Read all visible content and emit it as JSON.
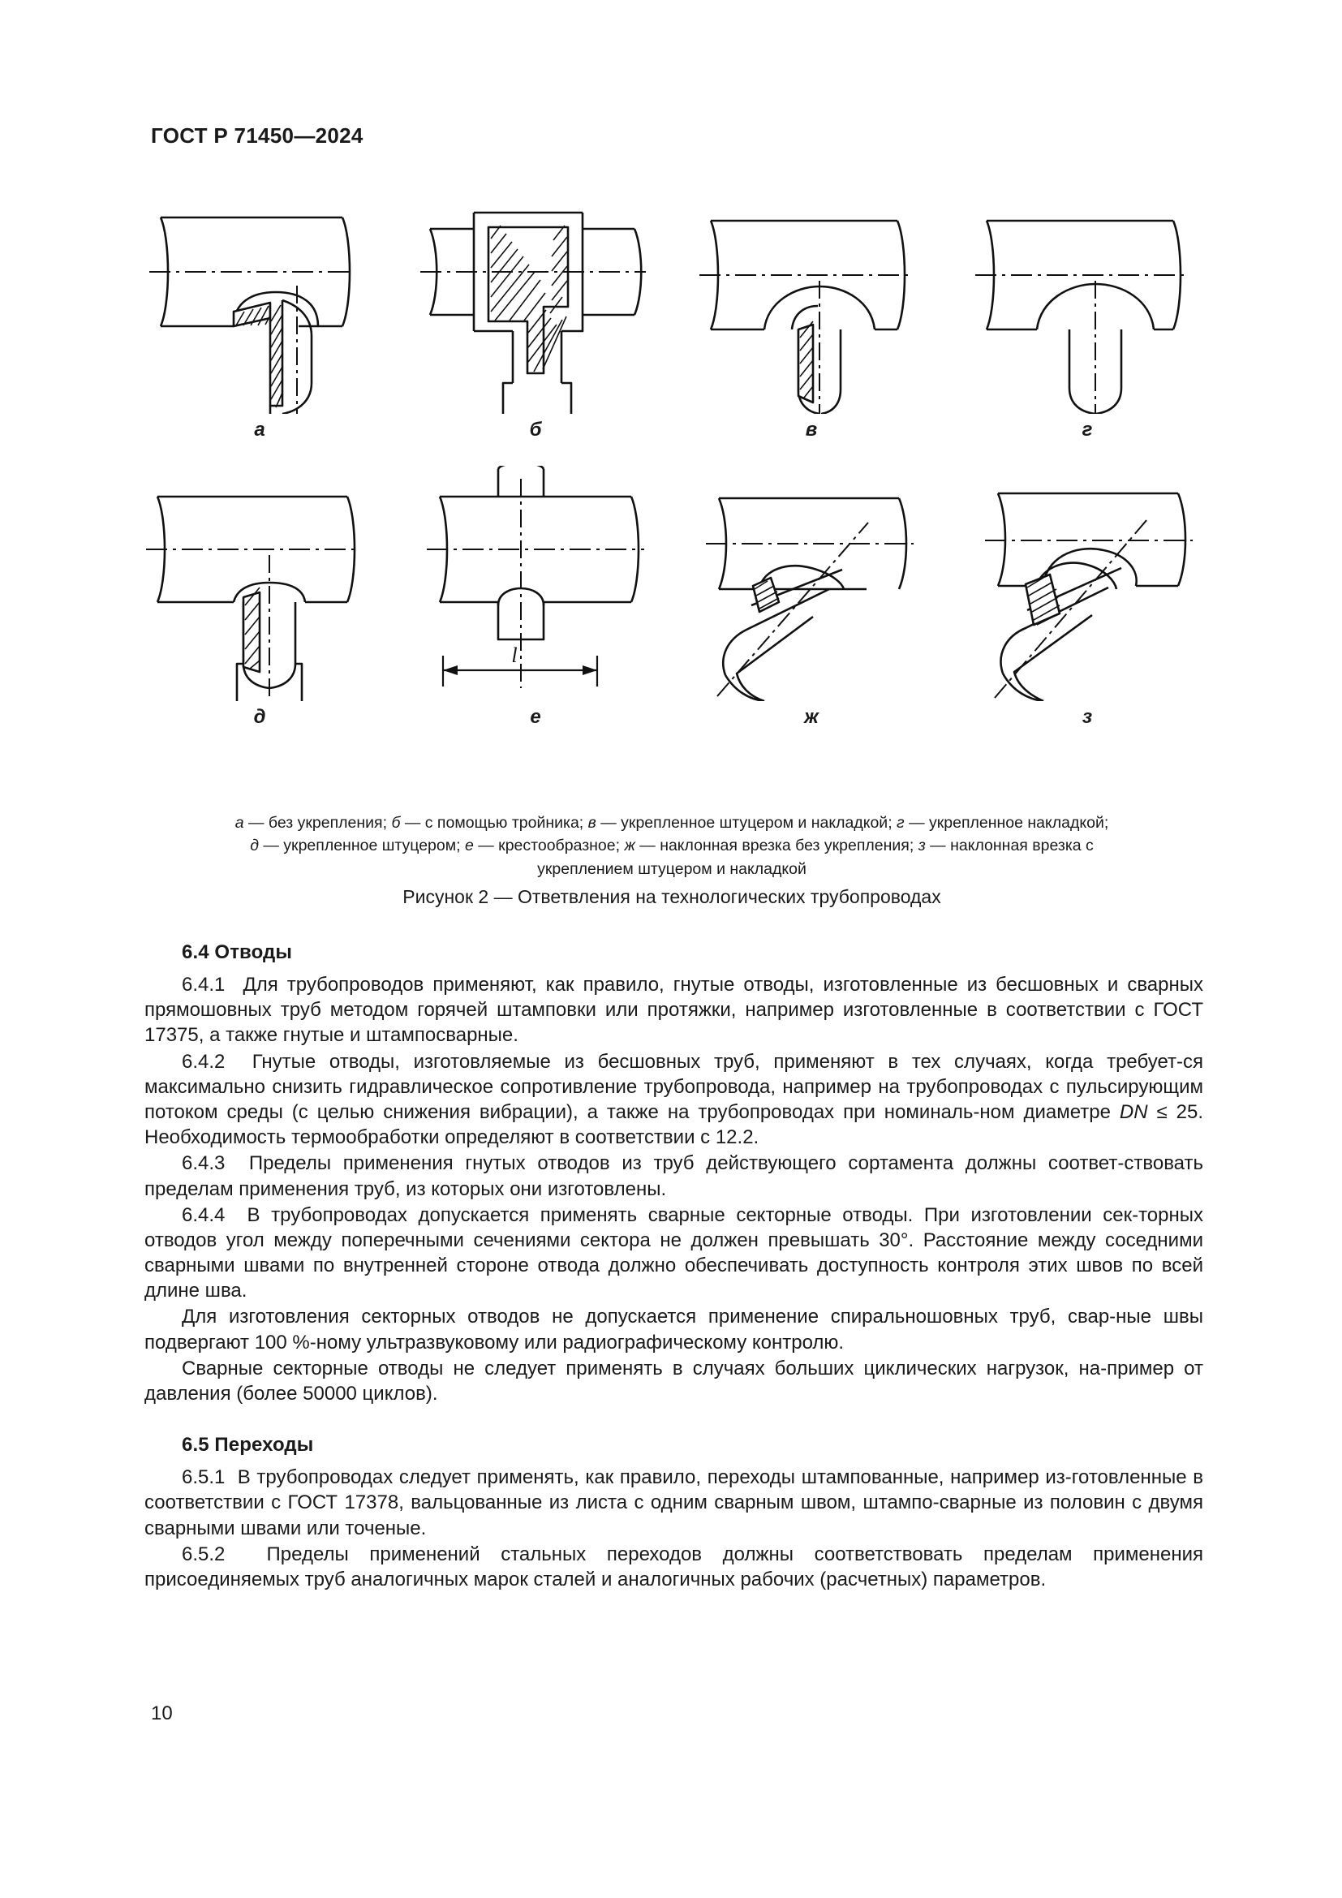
{
  "header": {
    "standard_title": "ГОСТ Р 71450—2024"
  },
  "figure": {
    "caption": "Рисунок 2 — Ответвления на технологических трубопроводах",
    "legend_line_1_html": "<i>а</i> — без укрепления; <i>б</i> — с помощью тройника; <i>в</i> — укрепленное штуцером и накладкой; <i>г</i> — укрепленное накладкой;",
    "legend_line_2_html": "<i>д</i> — укрепленное штуцером; <i>е</i> — крестообразное; <i>ж</i> — наклонная врезка без укрепления; <i>з</i> — наклонная врезка с",
    "legend_line_3_html": "укреплением штуцером и накладкой",
    "dimension_label": "l",
    "panels": [
      {
        "id": "a",
        "label": "а",
        "description": "без укрепления"
      },
      {
        "id": "b",
        "label": "б",
        "description": "с помощью тройника"
      },
      {
        "id": "v",
        "label": "в",
        "description": "укрепленное штуцером и накладкой"
      },
      {
        "id": "g",
        "label": "г",
        "description": "укрепленное накладкой"
      },
      {
        "id": "d",
        "label": "д",
        "description": "укрепленное штуцером"
      },
      {
        "id": "e",
        "label": "е",
        "description": "крестообразное"
      },
      {
        "id": "zh",
        "label": "ж",
        "description": "наклонная врезка без укрепления"
      },
      {
        "id": "z",
        "label": "з",
        "description": "наклонная врезка с укреплением штуцером и накладкой"
      }
    ]
  },
  "sections": {
    "s64_heading": "6.4  Отводы",
    "s64_p1_html": "6.4.1&nbsp;&nbsp;Для трубопроводов применяют, как правило, гнутые отводы, изготовленные из бесшовных и сварных прямошовных труб методом горячей штамповки или протяжки, например изготовленные в соответствии с ГОСТ 17375, а также гнутые и штампосварные.",
    "s64_p2_html": "6.4.2&nbsp;&nbsp;Гнутые отводы, изготовляемые из бесшовных труб, применяют в тех случаях, когда требует-ся максимально снизить гидравлическое сопротивление трубопровода, например на трубопроводах с пульсирующим потоком среды (с целью снижения вибрации), а также на трубопроводах при номиналь-ном диаметре <i>DN</i> ≤ 25. Необходимость термообработки определяют в соответствии с 12.2.",
    "s64_p3_html": "6.4.3&nbsp;&nbsp;Пределы применения гнутых отводов из труб действующего сортамента должны соответ-ствовать пределам применения труб, из которых они изготовлены.",
    "s64_p4_html": "6.4.4&nbsp;&nbsp;В трубопроводах допускается применять сварные секторные отводы. При изготовлении сек-торных отводов угол между поперечными сечениями сектора не должен превышать 30°. Расстояние между соседними сварными швами по внутренней стороне отвода должно обеспечивать доступность контроля этих швов по всей длине шва.",
    "s64_p5_html": "Для изготовления секторных отводов не допускается применение спиральношовных труб, свар-ные швы подвергают 100 %-ному ультразвуковому или радиографическому контролю.",
    "s64_p6_html": "Сварные секторные отводы не следует применять в случаях больших циклических нагрузок, на-пример от давления (более 50000 циклов).",
    "s65_heading": "6.5  Переходы",
    "s65_p1_html": "6.5.1&nbsp;&nbsp;В трубопроводах следует применять, как правило, переходы штампованные, например из-готовленные в соответствии с ГОСТ 17378, вальцованные из листа с одним сварным швом, штампо-сварные из половин с двумя сварными швами или точеные.",
    "s65_p2_html": "6.5.2&nbsp;&nbsp;Пределы применений стальных переходов должны соответствовать пределам применения присоединяемых труб аналогичных марок сталей и аналогичных рабочих (расчетных) параметров."
  },
  "footer": {
    "page_number": "10"
  },
  "colors": {
    "ink": "#1a1a1a",
    "paper": "#ffffff",
    "line": "#111111"
  }
}
